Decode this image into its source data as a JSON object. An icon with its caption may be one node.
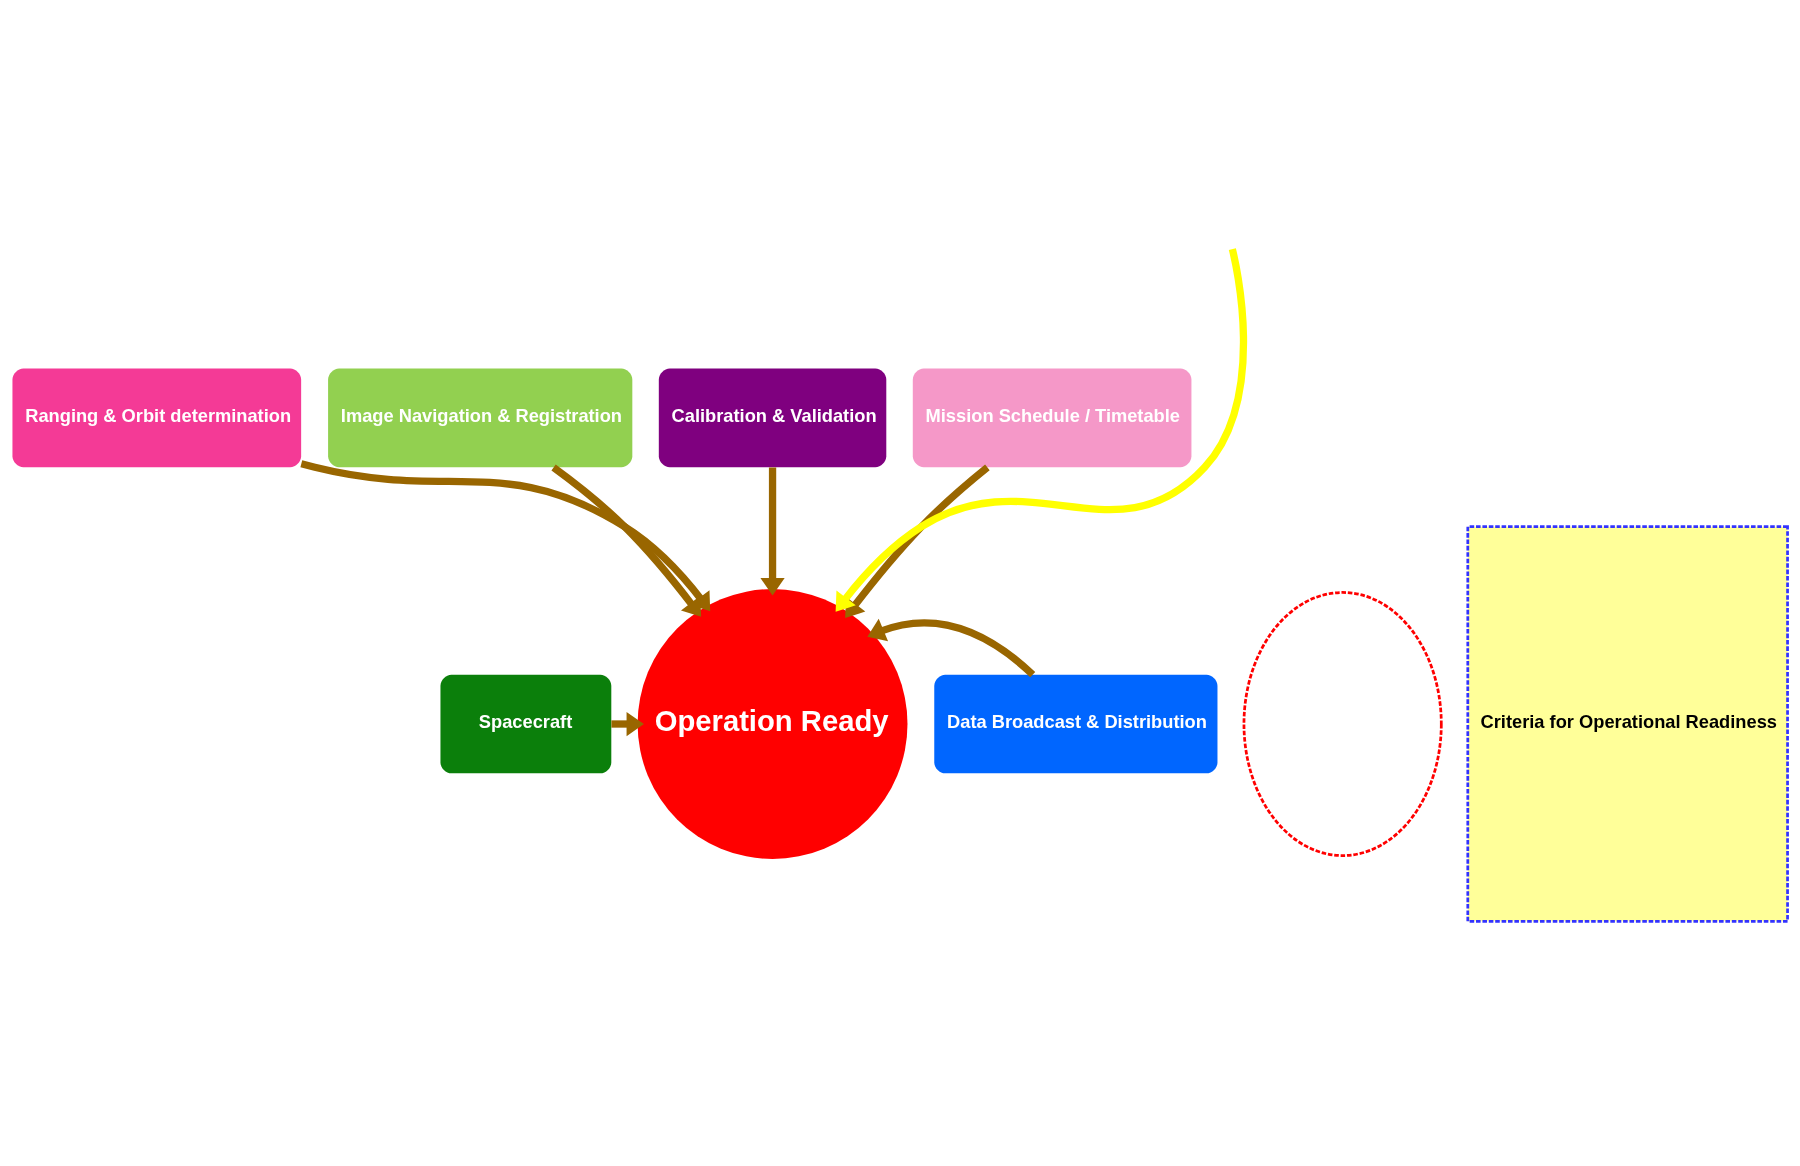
{
  "diagram": {
    "nodes": [
      {
        "text": [
          "Spacecraft"
        ]
      },
      {
        "text": [
          "Ranging & Orbit determination"
        ]
      },
      {
        "text": [
          "Image Navigation & Registration"
        ]
      },
      {
        "text": [
          "Calibration & Validation"
        ]
      },
      {
        "text": [
          "Mission Schedule / Timetable"
        ]
      },
      {
        "text": [
          "Data Broadcast & Distribution"
        ]
      },
      {
        "text": [
          "Operation Ready"
        ]
      },
      {
        "text": [],
        "shape": "ellipse"
      },
      {
        "text": [
          "Criteria for Operational Readiness"
        ]
      }
    ],
    "edges": [
      {
        "from": 0,
        "to": 6,
        "arrow": "to"
      },
      {
        "from": 1,
        "to": 6,
        "arrow": "to"
      },
      {
        "from": 2,
        "to": 6,
        "arrow": "to"
      },
      {
        "from": 3,
        "to": 6,
        "arrow": "to"
      },
      {
        "from": 4,
        "to": 6,
        "arrow": "to"
      },
      {
        "from": 5,
        "to": 6,
        "arrow": "to"
      },
      {
        "from": null,
        "to": 6,
        "arrow": "to",
        "color": "#ffff00"
      }
    ]
  }
}
